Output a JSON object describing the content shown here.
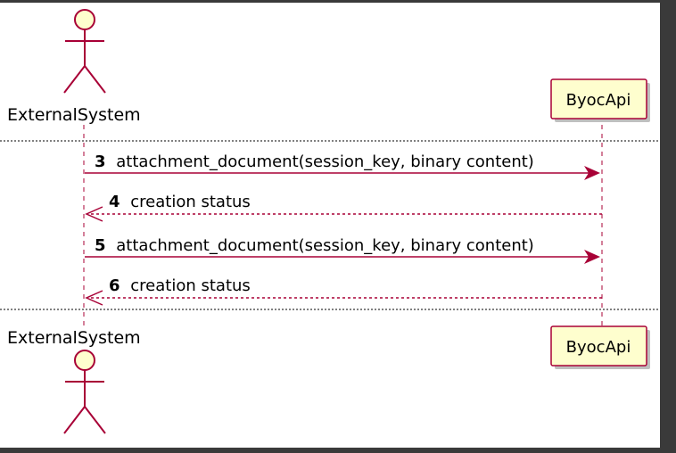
{
  "participants": {
    "actor": {
      "name": "ExternalSystem"
    },
    "api": {
      "name": "ByocApi"
    }
  },
  "messages": [
    {
      "num": "3",
      "text": "attachment_document(session_key, binary content)",
      "kind": "sync"
    },
    {
      "num": "4",
      "text": "creation status",
      "kind": "reply"
    },
    {
      "num": "5",
      "text": "attachment_document(session_key, binary content)",
      "kind": "sync"
    },
    {
      "num": "6",
      "text": "creation status",
      "kind": "reply"
    }
  ],
  "colors": {
    "line": "#a80036",
    "actor_fill": "#fefece",
    "box_fill": "#fefece",
    "separator": "#000000",
    "text": "#000000",
    "background": "#ffffff"
  }
}
